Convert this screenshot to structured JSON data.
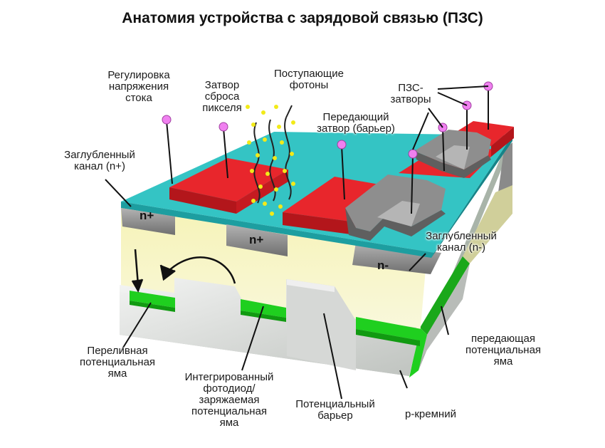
{
  "title": "Анатомия устройства с зарядовой связью (ПЗС)",
  "labels": {
    "drain_voltage": [
      "Регулировка",
      "напряжения",
      "стока"
    ],
    "reset_gate": [
      "Затвор",
      "сброса",
      "пикселя"
    ],
    "photons": [
      "Поступающие",
      "фотоны"
    ],
    "ccd_gates": [
      "ПЗС-",
      "затворы"
    ],
    "transfer_gate": [
      "Передающий",
      "затвор (барьер)"
    ],
    "buried_channel_n_plus": [
      "Заглубленный",
      "канал (n+)"
    ],
    "buried_channel_n_minus": [
      "Заглубленный",
      "канал (n-)"
    ],
    "transfer_well": [
      "передающая",
      "потенциальная",
      "яма"
    ],
    "overflow_well": [
      "Переливная",
      "потенциальная",
      "яма"
    ],
    "photodiode": [
      "Интегрированный",
      "фотодиод/",
      "заряжаемая",
      "потенциальная",
      "яма"
    ],
    "potential_barrier": [
      "Потенциальный",
      "барьер"
    ],
    "p_silicon": [
      "p-кремний"
    ]
  },
  "region_labels": {
    "n_plus_left": "n+",
    "n_plus_center": "n+",
    "n_minus": "n-"
  },
  "colors": {
    "oxide": "#34c4c4",
    "gate": "#e8262c",
    "ccd_gate": "#8e8e8e",
    "well": "#1fcf1f",
    "silicon": "#d9dcd9",
    "depletion": "#f1ee9e",
    "photon": "#f2ea18",
    "pin": "#f080f0"
  }
}
